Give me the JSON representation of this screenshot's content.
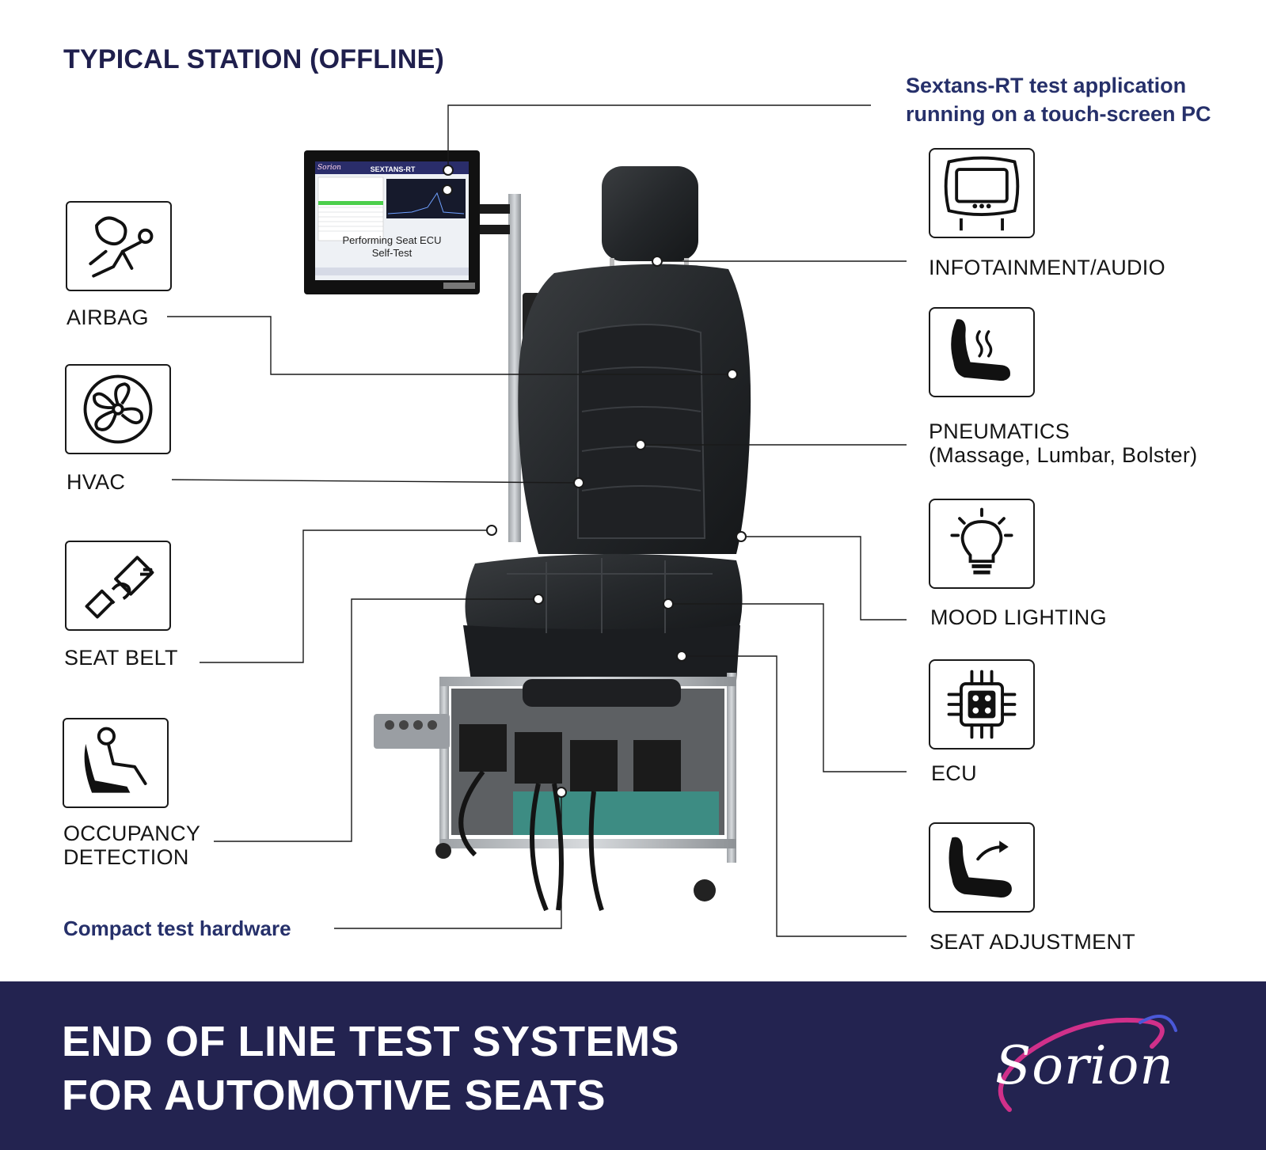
{
  "header": {
    "title": "TYPICAL STATION (OFFLINE)"
  },
  "callouts": {
    "software": {
      "line1": "Sextans-RT test application",
      "line2": "running on a touch-screen PC"
    },
    "hardware": "Compact test hardware"
  },
  "left_features": [
    {
      "label": "AIRBAG",
      "icon": "airbag-icon"
    },
    {
      "label": "HVAC",
      "icon": "fan-icon"
    },
    {
      "label": "SEAT BELT",
      "icon": "seat-belt-icon"
    },
    {
      "label_line1": "OCCUPANCY",
      "label_line2": "DETECTION",
      "icon": "occupant-seat-icon"
    }
  ],
  "right_features": [
    {
      "label": "INFOTAINMENT/AUDIO",
      "icon": "headrest-screen-icon"
    },
    {
      "label_line1": "PNEUMATICS",
      "label_line2": "(Massage, Lumbar, Bolster)",
      "icon": "heated-seat-icon"
    },
    {
      "label": "MOOD LIGHTING",
      "icon": "light-bulb-icon"
    },
    {
      "label": "ECU",
      "icon": "chip-icon"
    },
    {
      "label": "SEAT ADJUSTMENT",
      "icon": "seat-adjust-icon"
    }
  ],
  "monitor": {
    "app_name": "SEXTANS-RT",
    "brand": "Sorion",
    "status_line1": "Performing Seat ECU",
    "status_line2": "Self-Test"
  },
  "footer": {
    "line1": "END OF LINE TEST SYSTEMS",
    "line2": "FOR AUTOMOTIVE SEATS",
    "logo_text": "Sorion"
  },
  "colors": {
    "navy": "#232350",
    "title": "#1f1f4d",
    "accent_blue": "#26306a",
    "logo_pink": "#d0308a"
  }
}
